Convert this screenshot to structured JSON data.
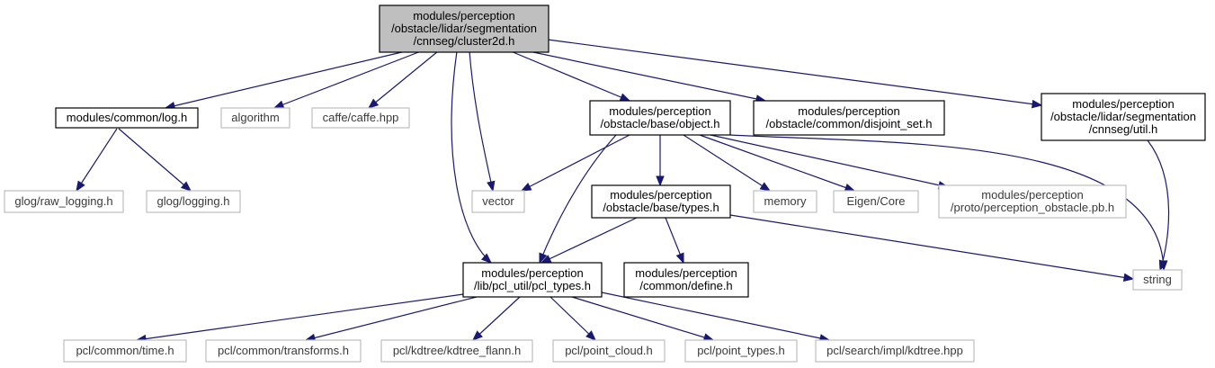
{
  "nodes": [
    {
      "id": "root",
      "lines": [
        "modules/perception",
        "/obstacle/lidar/segmentation",
        "/cnnseg/cluster2d.h"
      ],
      "kind": "root"
    },
    {
      "id": "log",
      "lines": [
        "modules/common/log.h"
      ],
      "kind": "internal"
    },
    {
      "id": "algorithm",
      "lines": [
        "algorithm"
      ],
      "kind": "external"
    },
    {
      "id": "caffe",
      "lines": [
        "caffe/caffe.hpp"
      ],
      "kind": "external"
    },
    {
      "id": "object",
      "lines": [
        "modules/perception",
        "/obstacle/base/object.h"
      ],
      "kind": "internal"
    },
    {
      "id": "disjoint",
      "lines": [
        "modules/perception",
        "/obstacle/common/disjoint_set.h"
      ],
      "kind": "internal"
    },
    {
      "id": "util",
      "lines": [
        "modules/perception",
        "/obstacle/lidar/segmentation",
        "/cnnseg/util.h"
      ],
      "kind": "internal"
    },
    {
      "id": "glograw",
      "lines": [
        "glog/raw_logging.h"
      ],
      "kind": "external"
    },
    {
      "id": "gloglog",
      "lines": [
        "glog/logging.h"
      ],
      "kind": "external"
    },
    {
      "id": "vector",
      "lines": [
        "vector"
      ],
      "kind": "external"
    },
    {
      "id": "types",
      "lines": [
        "modules/perception",
        "/obstacle/base/types.h"
      ],
      "kind": "internal"
    },
    {
      "id": "memory",
      "lines": [
        "memory"
      ],
      "kind": "external"
    },
    {
      "id": "eigen",
      "lines": [
        "Eigen/Core"
      ],
      "kind": "external"
    },
    {
      "id": "proto",
      "lines": [
        "modules/perception",
        "/proto/perception_obstacle.pb.h"
      ],
      "kind": "external"
    },
    {
      "id": "pcltypes",
      "lines": [
        "modules/perception",
        "/lib/pcl_util/pcl_types.h"
      ],
      "kind": "internal"
    },
    {
      "id": "define",
      "lines": [
        "modules/perception",
        "/common/define.h"
      ],
      "kind": "internal"
    },
    {
      "id": "string",
      "lines": [
        "string"
      ],
      "kind": "external"
    },
    {
      "id": "time",
      "lines": [
        "pcl/common/time.h"
      ],
      "kind": "external"
    },
    {
      "id": "transforms",
      "lines": [
        "pcl/common/transforms.h"
      ],
      "kind": "external"
    },
    {
      "id": "kdflann",
      "lines": [
        "pcl/kdtree/kdtree_flann.h"
      ],
      "kind": "external"
    },
    {
      "id": "pointcloud",
      "lines": [
        "pcl/point_cloud.h"
      ],
      "kind": "external"
    },
    {
      "id": "pointtypes",
      "lines": [
        "pcl/point_types.h"
      ],
      "kind": "external"
    },
    {
      "id": "kdtreehpp",
      "lines": [
        "pcl/search/impl/kdtree.hpp"
      ],
      "kind": "external"
    }
  ],
  "edges": [
    [
      "root",
      "log"
    ],
    [
      "root",
      "algorithm"
    ],
    [
      "root",
      "caffe"
    ],
    [
      "root",
      "object"
    ],
    [
      "root",
      "disjoint"
    ],
    [
      "root",
      "util"
    ],
    [
      "root",
      "vector"
    ],
    [
      "root",
      "pcltypes"
    ],
    [
      "log",
      "glograw"
    ],
    [
      "log",
      "gloglog"
    ],
    [
      "object",
      "vector"
    ],
    [
      "object",
      "types"
    ],
    [
      "object",
      "memory"
    ],
    [
      "object",
      "eigen"
    ],
    [
      "object",
      "proto"
    ],
    [
      "object",
      "string"
    ],
    [
      "object",
      "pcltypes"
    ],
    [
      "util",
      "string"
    ],
    [
      "types",
      "pcltypes"
    ],
    [
      "types",
      "define"
    ],
    [
      "types",
      "string"
    ],
    [
      "pcltypes",
      "time"
    ],
    [
      "pcltypes",
      "transforms"
    ],
    [
      "pcltypes",
      "kdflann"
    ],
    [
      "pcltypes",
      "pointcloud"
    ],
    [
      "pcltypes",
      "pointtypes"
    ],
    [
      "pcltypes",
      "kdtreehpp"
    ]
  ],
  "colors": {
    "edge": "#191970",
    "root_fill": "#bfbfbf",
    "external_border": "#bfbfbf",
    "internal_border": "#000000"
  }
}
